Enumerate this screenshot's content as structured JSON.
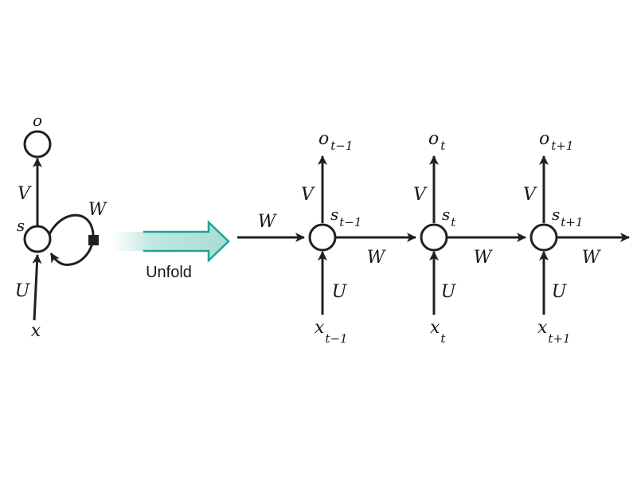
{
  "colors": {
    "ink": "#231f20",
    "arrow_stroke": "#1fa396",
    "arrow_fill": "#bfe7e1"
  },
  "folded": {
    "output_label": "o",
    "output_weight": "V",
    "state_label": "s",
    "recurrent_weight": "W",
    "input_weight": "U",
    "input_label": "x"
  },
  "transition": {
    "label": "Unfold"
  },
  "unfolded": {
    "incoming_weight": "W",
    "steps": [
      {
        "output": {
          "base": "o",
          "sub": "t−1"
        },
        "output_weight": "V",
        "state": {
          "base": "s",
          "sub": "t−1"
        },
        "next_weight": "W",
        "input_weight": "U",
        "input": {
          "base": "x",
          "sub": "t−1"
        }
      },
      {
        "output": {
          "base": "o",
          "sub": "t"
        },
        "output_weight": "V",
        "state": {
          "base": "s",
          "sub": "t"
        },
        "next_weight": "W",
        "input_weight": "U",
        "input": {
          "base": "x",
          "sub": "t"
        }
      },
      {
        "output": {
          "base": "o",
          "sub": "t+1"
        },
        "output_weight": "V",
        "state": {
          "base": "s",
          "sub": "t+1"
        },
        "next_weight": "W",
        "input_weight": "U",
        "input": {
          "base": "x",
          "sub": "t+1"
        }
      }
    ]
  }
}
